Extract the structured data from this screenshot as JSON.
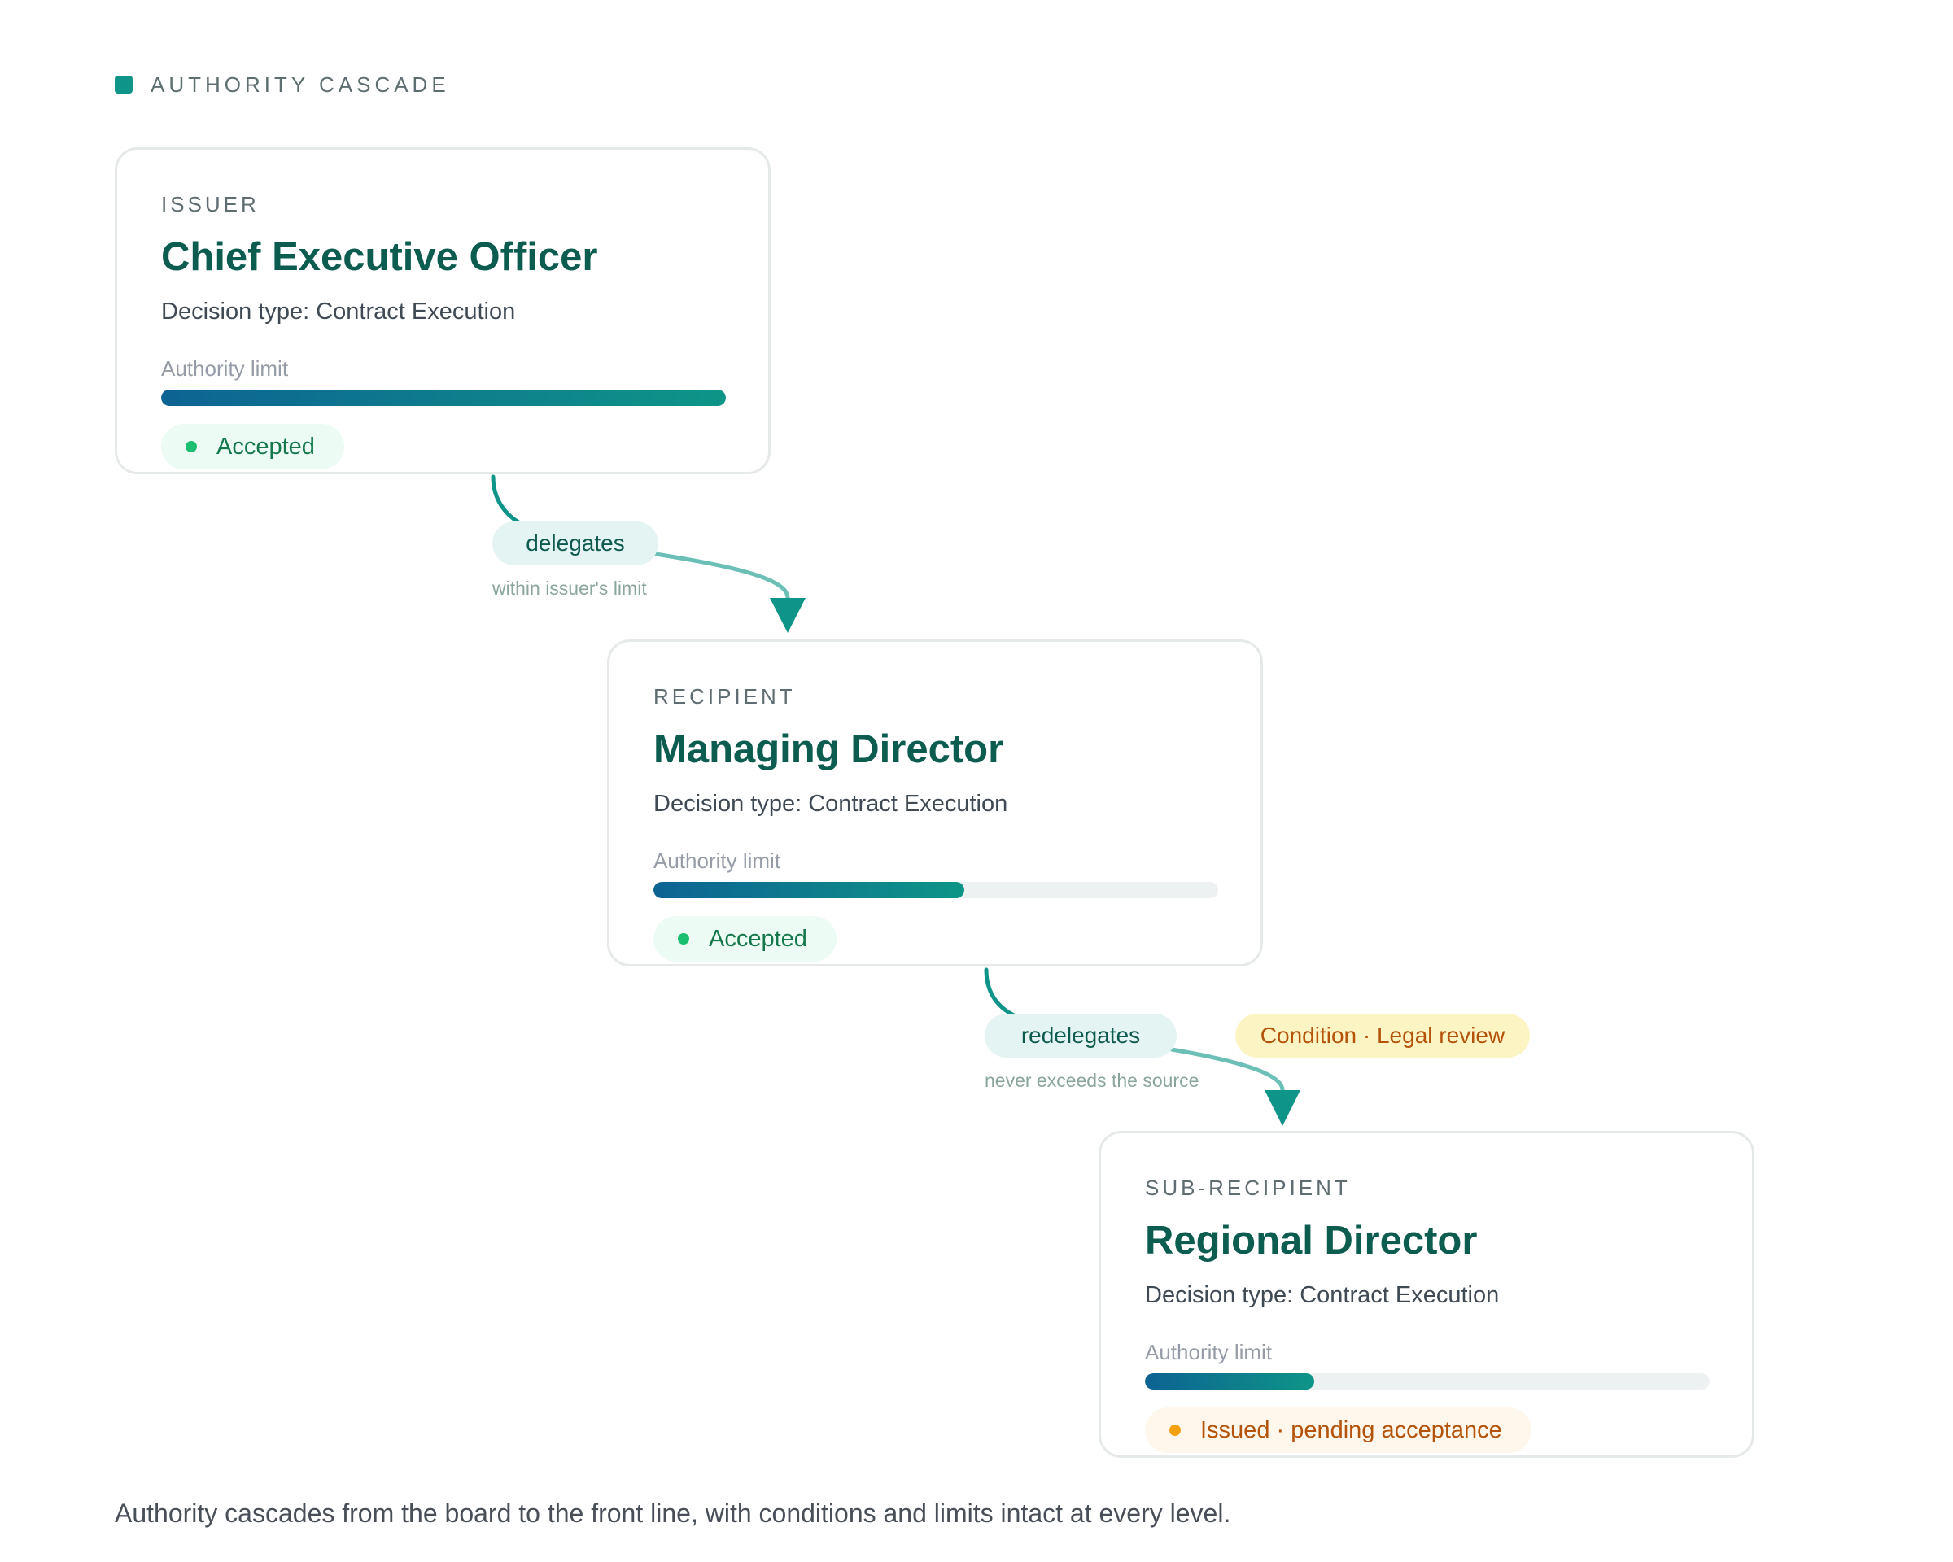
{
  "header": {
    "title": "AUTHORITY CASCADE",
    "accent_color": "#0e9488"
  },
  "cards": [
    {
      "role": "ISSUER",
      "name": "Chief Executive Officer",
      "decision": "Decision type: Contract Execution",
      "limit_label": "Authority limit",
      "limit_fraction": 1.0,
      "status": "Accepted",
      "status_kind": "ok"
    },
    {
      "role": "RECIPIENT",
      "name": "Managing Director",
      "decision": "Decision type: Contract Execution",
      "limit_label": "Authority limit",
      "limit_fraction": 0.55,
      "status": "Accepted",
      "status_kind": "ok"
    },
    {
      "role": "SUB-RECIPIENT",
      "name": "Regional Director",
      "decision": "Decision type: Contract Execution",
      "limit_label": "Authority limit",
      "limit_fraction": 0.3,
      "status": "Issued · pending acceptance",
      "status_kind": "pending"
    }
  ],
  "edges": [
    {
      "label": "delegates",
      "note": "within issuer's limit"
    },
    {
      "label": "redelegates",
      "note": "never exceeds the source",
      "condition": "Condition · Legal review"
    }
  ],
  "colors": {
    "title": "#0c5c50",
    "connector": "#0e9488",
    "connector_light": "#6cbfb6",
    "accepted": "#1bbf6f",
    "pending": "#f5a00f"
  },
  "footer": "Authority cascades from the board to the front line, with conditions and limits intact at every level."
}
